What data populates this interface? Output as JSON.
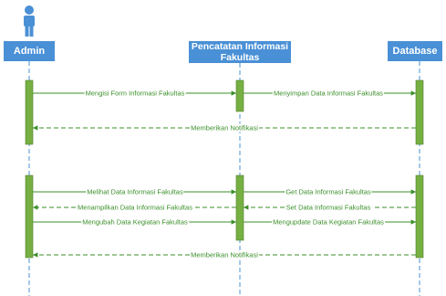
{
  "lifelines": {
    "admin": "Admin",
    "pencatatan": "Pencatatan Informasi Fakultas",
    "database": "Database"
  },
  "colors": {
    "header_bg": "#4a90d6",
    "lifeline": "#4a90d6",
    "activation": "#76b043",
    "activation_border": "#4f7d2a",
    "arrow": "#3b8f2a",
    "actor": "#4a90d6"
  },
  "icons": {
    "actor": "user-icon"
  },
  "messages": [
    {
      "id": "m1",
      "text": "Mengisi Form Informasi Fakultas",
      "from": "admin",
      "to": "pencatatan",
      "style": "solid"
    },
    {
      "id": "m2",
      "text": "Menyimpan Data Informasi Fakultas",
      "from": "pencatatan",
      "to": "database",
      "style": "solid"
    },
    {
      "id": "m3",
      "text": "Memberikan Notifikasi",
      "from": "database",
      "to": "admin",
      "style": "dashed"
    },
    {
      "id": "m4",
      "text": "Melihat Data Informasi Fakultas",
      "from": "admin",
      "to": "pencatatan",
      "style": "solid"
    },
    {
      "id": "m5",
      "text": "Get Data Informasi Fakultas",
      "from": "pencatatan",
      "to": "database",
      "style": "solid"
    },
    {
      "id": "m6",
      "text": "Menampilkan Data Informasi Fakultas",
      "from": "pencatatan",
      "to": "admin",
      "style": "dashed"
    },
    {
      "id": "m7",
      "text": "Set Data Informasi Fakultas",
      "from": "database",
      "to": "pencatatan",
      "style": "dashed"
    },
    {
      "id": "m8",
      "text": "Mengubah Data Kegiatan Fakultas",
      "from": "admin",
      "to": "pencatatan",
      "style": "solid"
    },
    {
      "id": "m9",
      "text": "Mengupdate Data Kegiatan Fakultas",
      "from": "pencatatan",
      "to": "database",
      "style": "solid"
    },
    {
      "id": "m10",
      "text": "Memberikan Notifikasi",
      "from": "database",
      "to": "admin",
      "style": "dashed"
    }
  ]
}
